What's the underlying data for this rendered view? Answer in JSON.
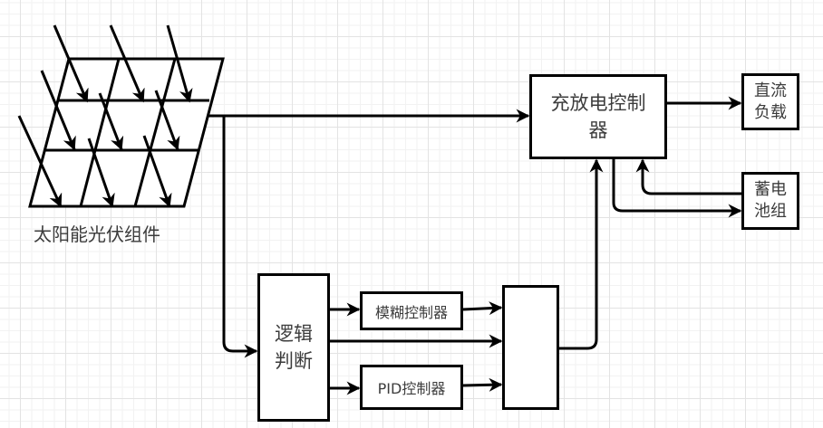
{
  "diagram": {
    "title": "光伏充放电控制系统框图",
    "nodes": {
      "solar_panel": {
        "label": "太阳能光伏组件",
        "icon": "solar-panel-icon"
      },
      "controller": {
        "label": "充放电控制器"
      },
      "dc_load": {
        "label": "直流负载"
      },
      "battery": {
        "label": "蓄电池组"
      },
      "logic": {
        "label": "逻辑判断"
      },
      "fuzzy": {
        "label": "模糊控制器"
      },
      "pid": {
        "label": "PID控制器"
      },
      "mux": {
        "label": ""
      }
    },
    "edges": [
      {
        "from": "solar_panel",
        "to": "controller"
      },
      {
        "from": "solar_panel",
        "to": "logic"
      },
      {
        "from": "controller",
        "to": "dc_load"
      },
      {
        "from": "controller",
        "to": "battery"
      },
      {
        "from": "battery",
        "to": "controller"
      },
      {
        "from": "logic",
        "to": "fuzzy"
      },
      {
        "from": "logic",
        "to": "mux"
      },
      {
        "from": "logic",
        "to": "pid"
      },
      {
        "from": "fuzzy",
        "to": "mux"
      },
      {
        "from": "pid",
        "to": "mux"
      },
      {
        "from": "mux",
        "to": "controller"
      }
    ],
    "colors": {
      "stroke": "#000000",
      "text": "#3c3c3c",
      "grid_major": "#e3e3e3",
      "grid_minor": "#f2f2f2",
      "background": "#ffffff"
    }
  }
}
